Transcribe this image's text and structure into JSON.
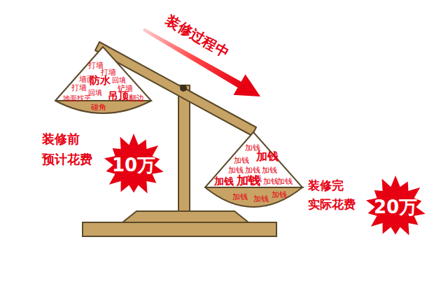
{
  "diagram": {
    "nodes": [
      {
        "text": [
          "打墙",
          "打墙",
          "墙面",
          "打墙",
          "防水",
          "回填",
          "铲墙",
          "回填",
          "地面找平",
          "吊顶",
          "翻边",
          "碰角"
        ]
      },
      {
        "text": [
          "加钱",
          "加钱",
          "加钱",
          "加钱",
          "加钱",
          "加钱",
          "加钱",
          "加钱",
          "加钱",
          "加钱",
          "加钱",
          "加钱",
          "加钱",
          "加钱"
        ]
      },
      {
        "text": [
          "装修前 预计花费",
          "10万"
        ]
      },
      {
        "text": [
          "装修完 实际花费",
          "20万"
        ]
      }
    ],
    "labels": [
      "装修过程中"
    ]
  }
}
